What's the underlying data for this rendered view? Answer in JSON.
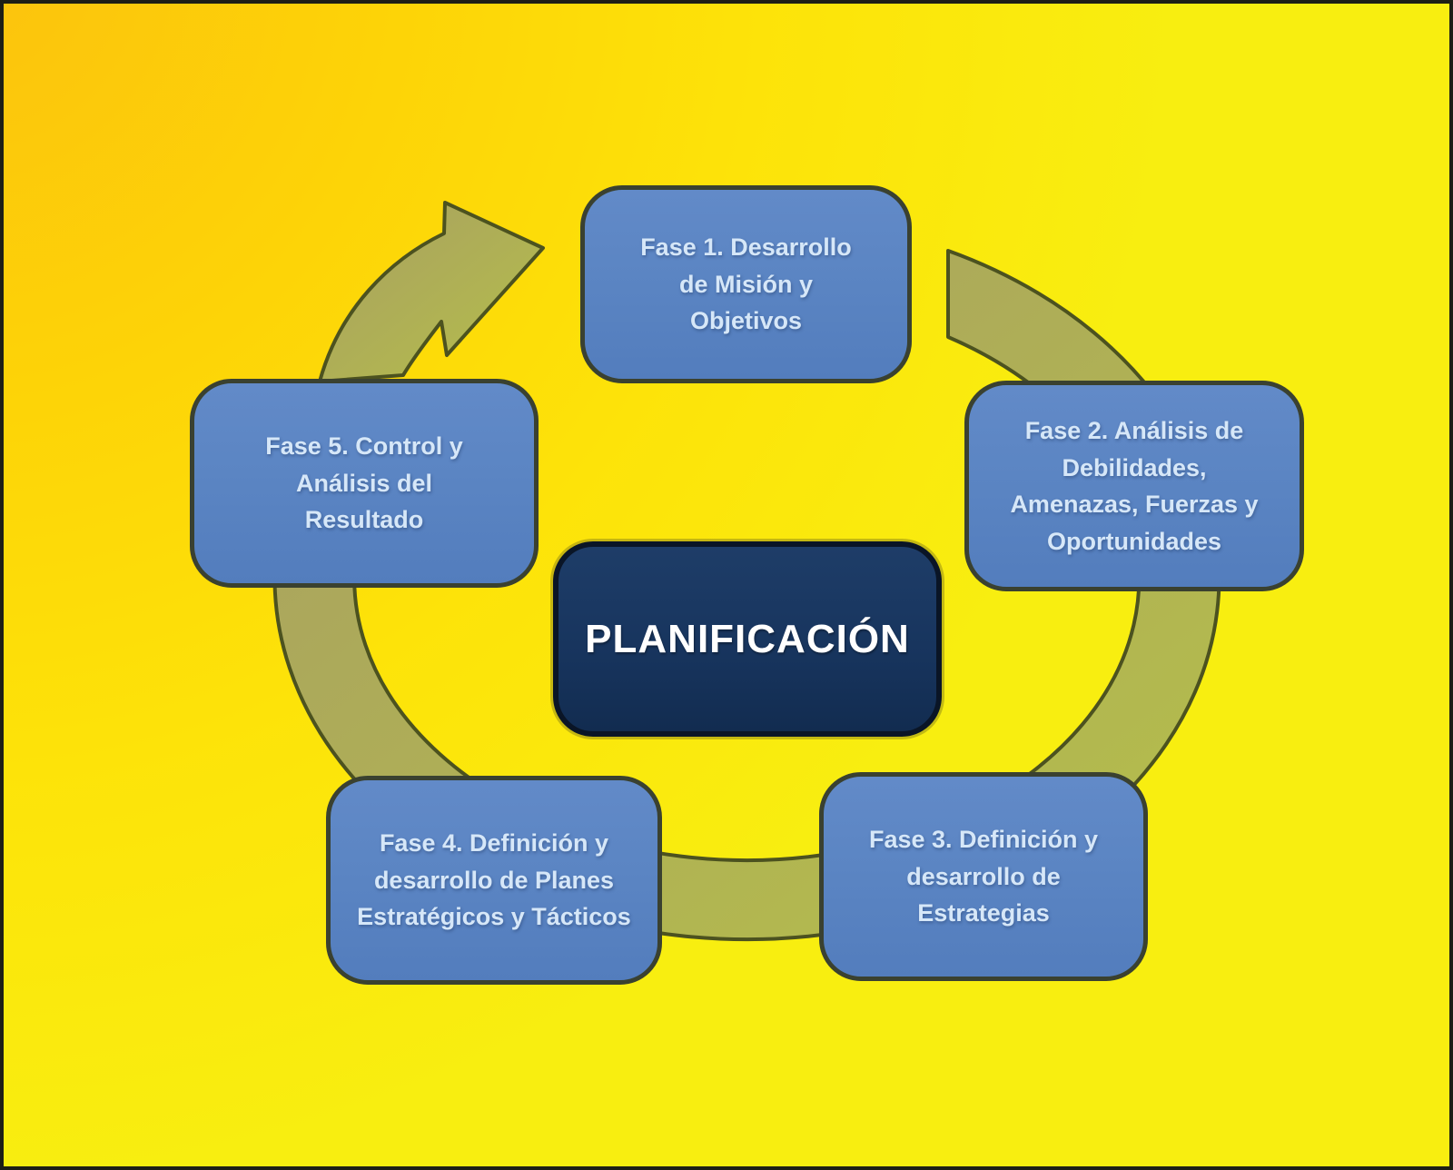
{
  "diagram": {
    "title": "PLANIFICACIÓN",
    "phases": [
      {
        "id": "fase-1",
        "label": "Fase 1. Desarrollo\nde Misión y\nObjetivos"
      },
      {
        "id": "fase-2",
        "label": "Fase 2. Análisis de\nDebilidades,\nAmenazas, Fuerzas y\nOportunidades"
      },
      {
        "id": "fase-3",
        "label": "Fase 3. Definición y\ndesarrollo de\nEstrategias"
      },
      {
        "id": "fase-4",
        "label": "Fase 4. Definición y\ndesarrollo de Planes\nEstratégicos y Tácticos"
      },
      {
        "id": "fase-5",
        "label": "Fase 5. Control y\nAnálisis del\nResultado"
      }
    ],
    "colors": {
      "background_start": "#fcc20e",
      "background_end": "#f8ee10",
      "frame": "#1e1e16",
      "phase_box_fill": "#5b85c3",
      "phase_box_border": "#3a4130",
      "phase_text": "#d6e7f8",
      "center_fill": "#17345d",
      "center_text": "#ffffff",
      "ring_start": "#a89f62",
      "ring_end": "#b5bf4a",
      "ring_outline": "#4c521f"
    }
  }
}
